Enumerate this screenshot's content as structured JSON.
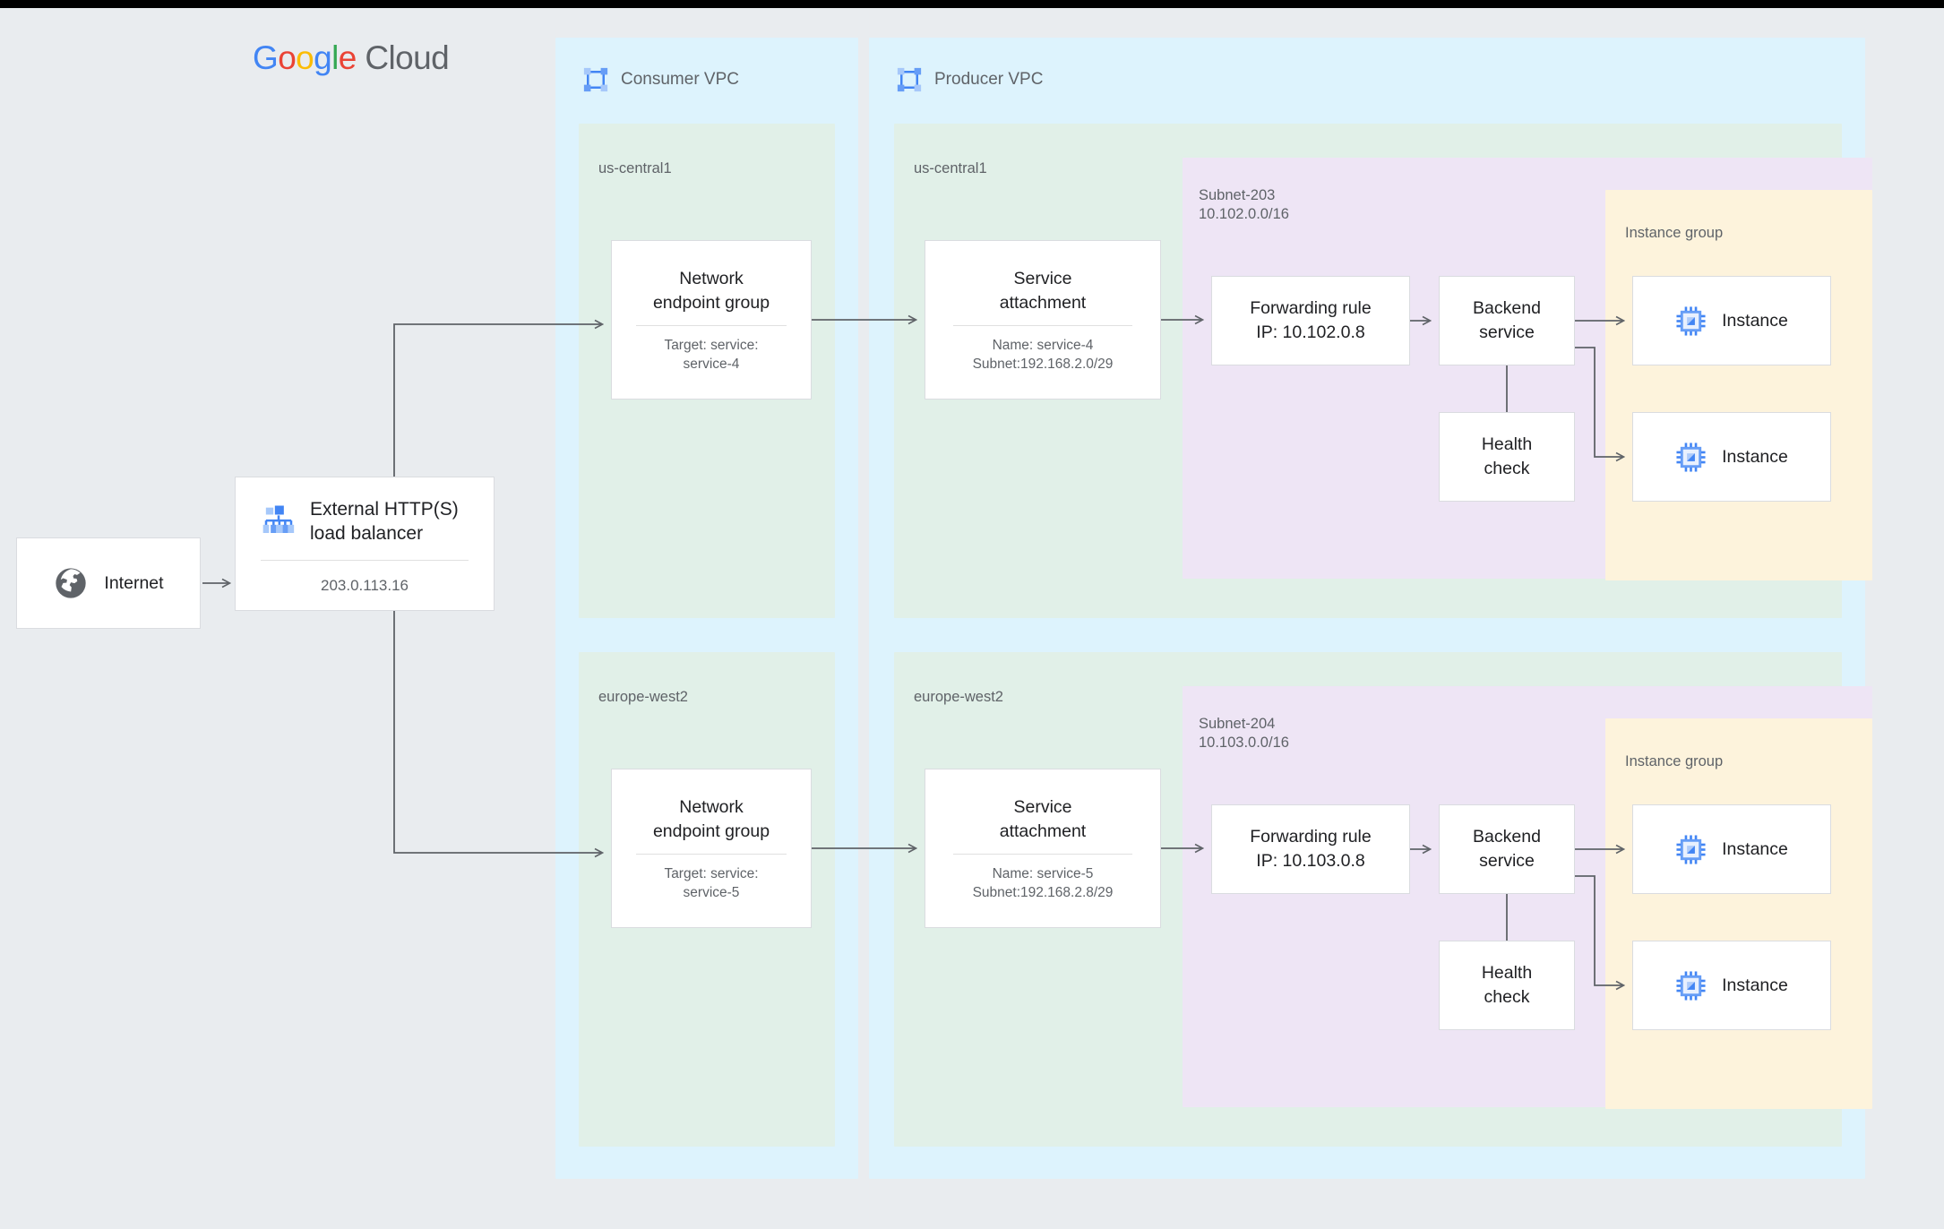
{
  "brand": {
    "logo_letters": [
      "G",
      "o",
      "o",
      "g",
      "l",
      "e"
    ],
    "logo_cloud": "Cloud"
  },
  "internet": {
    "label": "Internet",
    "icon": "globe-icon"
  },
  "load_balancer": {
    "title_line1": "External HTTP(S)",
    "title_line2": "load balancer",
    "ip": "203.0.113.16",
    "icon": "load-balancer-icon"
  },
  "consumer_vpc": {
    "header": "Consumer VPC",
    "icon": "vpc-network-icon",
    "regions": [
      {
        "name": "us-central1",
        "neg": {
          "title_line1": "Network",
          "title_line2": "endpoint group",
          "sub_line1": "Target: service:",
          "sub_line2": "service-4"
        }
      },
      {
        "name": "europe-west2",
        "neg": {
          "title_line1": "Network",
          "title_line2": "endpoint group",
          "sub_line1": "Target: service:",
          "sub_line2": "service-5"
        }
      }
    ]
  },
  "producer_vpc": {
    "header": "Producer VPC",
    "icon": "vpc-network-icon",
    "regions": [
      {
        "name": "us-central1",
        "service_attachment": {
          "title_line1": "Service",
          "title_line2": "attachment",
          "sub_line1": "Name: service-4",
          "sub_line2": "Subnet:192.168.2.0/29"
        },
        "subnet": {
          "name": "Subnet-203",
          "cidr": "10.102.0.0/16",
          "forwarding_rule": {
            "line1": "Forwarding rule",
            "line2": "IP: 10.102.0.8"
          },
          "backend_service": {
            "line1": "Backend",
            "line2": "service"
          },
          "health_check": {
            "line1": "Health",
            "line2": "check"
          },
          "instance_group": {
            "label": "Instance group",
            "instances": [
              {
                "label": "Instance",
                "icon": "compute-instance-icon"
              },
              {
                "label": "Instance",
                "icon": "compute-instance-icon"
              }
            ]
          }
        }
      },
      {
        "name": "europe-west2",
        "service_attachment": {
          "title_line1": "Service",
          "title_line2": "attachment",
          "sub_line1": "Name: service-5",
          "sub_line2": "Subnet:192.168.2.8/29"
        },
        "subnet": {
          "name": "Subnet-204",
          "cidr": "10.103.0.0/16",
          "forwarding_rule": {
            "line1": "Forwarding rule",
            "line2": "IP: 10.103.0.8"
          },
          "backend_service": {
            "line1": "Backend",
            "line2": "service"
          },
          "health_check": {
            "line1": "Health",
            "line2": "check"
          },
          "instance_group": {
            "label": "Instance group",
            "instances": [
              {
                "label": "Instance",
                "icon": "compute-instance-icon"
              },
              {
                "label": "Instance",
                "icon": "compute-instance-icon"
              }
            ]
          }
        }
      }
    ]
  },
  "colors": {
    "canvas": "#e9ecef",
    "vpc": "#ddf3fd",
    "region": "#e1f0e8",
    "subnet": "#eee5f5",
    "instance_group": "#fdf3dc",
    "connector": "#5f6368",
    "gcp_blue": "#4285F4",
    "gcp_red": "#EA4335",
    "gcp_yellow": "#FBBC05",
    "gcp_green": "#34A853",
    "icon_blue": "#669df6",
    "icon_blue_dark": "#4285f4"
  }
}
